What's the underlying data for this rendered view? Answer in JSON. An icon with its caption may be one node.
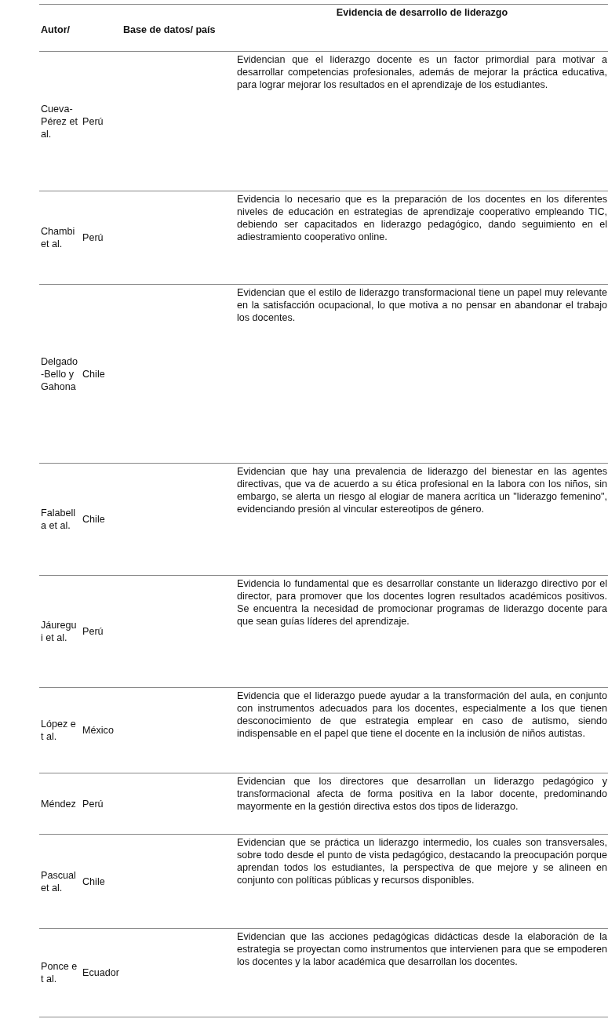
{
  "diagram": {
    "labels": [
      "Autor/",
      "Base de datos/ país",
      "Evidencia de desarrollo de liderazgo",
      "Cueva-Pérez et al.",
      "Perú",
      "Evidencian que el liderazgo docente es un factor primordial para motivar a desarrollar competencias profesionales, además de mejorar la práctica educativa, para lograr mejorar los resultados en el aprendizaje de los estudiantes.",
      "Chambi et al.",
      "Perú",
      "Evidencia lo necesario que es la preparación de los docentes en los diferentes niveles de educación en estrategias de aprendizaje cooperativo empleando TIC, debiendo ser capacitados en liderazgo pedagógico, dando seguimiento en el adiestramiento cooperativo online.",
      "Delgado-Bello y Gahona",
      "Chile",
      "Evidencian que el estilo de liderazgo transformacional tiene un papel muy relevante en la satisfacción ocupacional, lo que motiva a no pensar en abandonar el trabajo los docentes.",
      "Falabella et al.",
      "Chile",
      "Evidencian que hay una prevalencia de liderazgo del bienestar en las agentes directivas, que va de acuerdo a su ética profesional en la labora con los niños, sin embargo, se alerta un riesgo al elogiar de manera acrítica un \"liderazgo femenino\", evidenciando presión al vincular estereotipos de género.",
      "Jáuregui et al.",
      "Perú",
      "Evidencia lo fundamental que es desarrollar constante un liderazgo directivo por el director, para promover que los docentes logren resultados académicos positivos. Se encuentra la necesidad de promocionar programas de liderazgo docente para que sean guías líderes del aprendizaje.",
      "López et al.",
      "México",
      "Evidencia que el liderazgo puede ayudar a la transformación del aula, en conjunto con instrumentos adecuados para los docentes, especialmente a los que tienen desconocimiento de que estrategia emplear en caso de autismo, siendo indispensable en el papel que tiene el docente en la inclusión de niños autistas.",
      "Méndez",
      "Perú",
      "Evidencian que los directores que desarrollan un liderazgo pedagógico y transformacional afecta de forma positiva en la labor docente, predominando mayormente en la gestión directiva estos dos tipos de liderazgo.",
      "Pascual et al.",
      "Chile",
      "Evidencian que se práctica un liderazgo intermedio, los cuales son transversales, sobre todo desde el punto de vista pedagógico, destacando la preocupación porque aprendan todos los estudiantes, la perspectiva de que mejore y se alineen en conjunto con políticas públicas y recursos disponibles.",
      "Ponce et al.",
      "Ecuador",
      "Evidencian que las acciones pedagógicas didácticas desde la elaboración de la estrategia se proyectan como instrumentos que intervienen para que se empoderen los docentes y la labor académica que desarrollan los docentes."
    ]
  }
}
